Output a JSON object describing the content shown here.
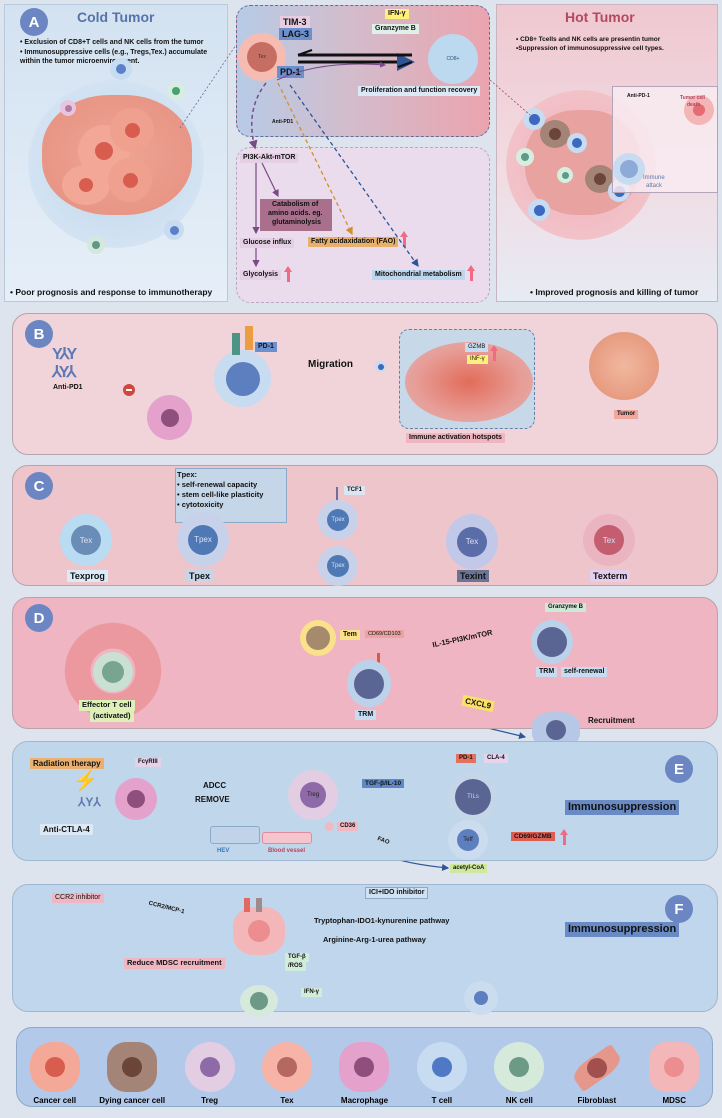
{
  "panelA": {
    "badge": "A",
    "cold": {
      "title": "Cold Tumor",
      "bullets": [
        "• Exclusion of CD8+T cells and NK cells from the tumor",
        "• Immunosuppressive cells (e.g., Tregs,Tex.) accumulate",
        "within the tumor microenvironment."
      ],
      "footer": "• Poor prognosis and response to immunotherapy"
    },
    "center": {
      "tex_label": "Tex",
      "tim3": "TIM-3",
      "lag3": "LAG-3",
      "pd1": "PD-1",
      "anti_pd1": "Anti-PD1",
      "ifng": "IFN-γ",
      "granzyme": "Granzyme B",
      "cd8_label": "CD8+",
      "recovery": "Proliferation and function recovery",
      "pi3k": "PI3K-Akt-mTOR",
      "catabolism": [
        "Catabolism of",
        "amino acids. eg.",
        "glutaminolysis"
      ],
      "glucose": "Glucose influx",
      "fao": "Fatty acidaxidation (FAO)",
      "glycolysis": "Glycolysis",
      "mito": "Mitochondrial metabolism"
    },
    "hot": {
      "title": "Hot Tumor",
      "bullets": [
        "• CD8+ Tcells and NK cells are presentin tumor",
        "•Suppression of immunosuppressive cell types."
      ],
      "anti_pd1": "Anti-PD-1",
      "tumor_death": [
        "Tumor cell",
        "death"
      ],
      "immune_attack": [
        "Immune",
        "attack"
      ],
      "footer": "• Improved prognosis and killing of tumor"
    }
  },
  "panelB": {
    "badge": "B",
    "anti_pd1": "Anti-PD1",
    "pd1": "PD-1",
    "migration": "Migration",
    "gzmb": "GZMB",
    "infg": "INF-γ",
    "hotspots": "Immune activation hotspots",
    "tumor": "Tumor"
  },
  "panelC": {
    "badge": "C",
    "info_title": "Tpex:",
    "info_bullets": [
      "• self-renewal capacity",
      "• stem cell-like plasticity",
      "• cytotoxicity"
    ],
    "tcf1": "TCF1",
    "cells": [
      {
        "inner": "Tex",
        "label": "Texprog"
      },
      {
        "inner": "Tpex",
        "label": "Tpex"
      },
      {
        "inner": "Tpex",
        "label": ""
      },
      {
        "inner": "Tpex",
        "label": ""
      },
      {
        "inner": "Tex",
        "label": "Texint"
      },
      {
        "inner": "Tex",
        "label": "Texterm"
      }
    ]
  },
  "panelD": {
    "badge": "D",
    "effector": [
      "Effector T cell",
      "(activated)"
    ],
    "tem": "Tem",
    "cd69": "CD69/CD103",
    "trm": "TRM",
    "il15": "IL-15-PI3K/mTOR",
    "cxcl9": "CXCL9",
    "granzyme": "Granzyme B",
    "trm2": "TRM",
    "self_renewal": "self-renewal",
    "recruitment": "Recruitment"
  },
  "panelE": {
    "badge": "E",
    "radiation": "Radiation therapy",
    "fcgr": "FcγRIII",
    "anti_ctla4": "Anti-CTLA-4",
    "adcc": "ADCC",
    "remove": "REMOVE",
    "treg": "Treg",
    "tgfb_il10": "TGF-β/IL-10",
    "cd36": "CD36",
    "hev": "HEV",
    "blood_vessel": "Blood vessel",
    "fao": "FAO",
    "acetyl": "acetyl-CoA",
    "pd1": "PD-1",
    "cla4": "CLA-4",
    "tils": "TILs",
    "teff": "Teff",
    "cd69_gzmb": "CD69/GZMB",
    "immuno": "Immunosuppression"
  },
  "panelF": {
    "badge": "F",
    "ccr2_inh": "CCR2 inhibitor",
    "ccr2_mcp": "CCR2/MCP-1",
    "ici_ido": "ICI+IDO inhibitor",
    "tryptophan": "Tryptophan-IDO1-kynurenine pathway",
    "arginine": "Arginine-Arg-1-urea pathway",
    "reduce": "Reduce MDSC recruitment",
    "tgfb_ros": [
      "TGF-β",
      "/ROS"
    ],
    "ifng": "IFN-γ",
    "immuno": "Immunosuppression"
  },
  "legend": [
    {
      "name": "Cancer cell",
      "key": "cancer"
    },
    {
      "name": "Dying cancer cell",
      "key": "dying"
    },
    {
      "name": "Treg",
      "key": "treg"
    },
    {
      "name": "Tex",
      "key": "tex"
    },
    {
      "name": "Macrophage",
      "key": "macrophage"
    },
    {
      "name": "T cell",
      "key": "tcell"
    },
    {
      "name": "NK cell",
      "key": "nk"
    },
    {
      "name": "Fibroblast",
      "key": "fibroblast"
    },
    {
      "name": "MDSC",
      "key": "mdsc"
    }
  ],
  "colors": {
    "badge": "#6b86c2",
    "panel_pink": "#f2c7d0",
    "panel_blue": "#bcd3ea",
    "up_arrow": "#f06a86",
    "arrow_blue": "#2e5597"
  }
}
